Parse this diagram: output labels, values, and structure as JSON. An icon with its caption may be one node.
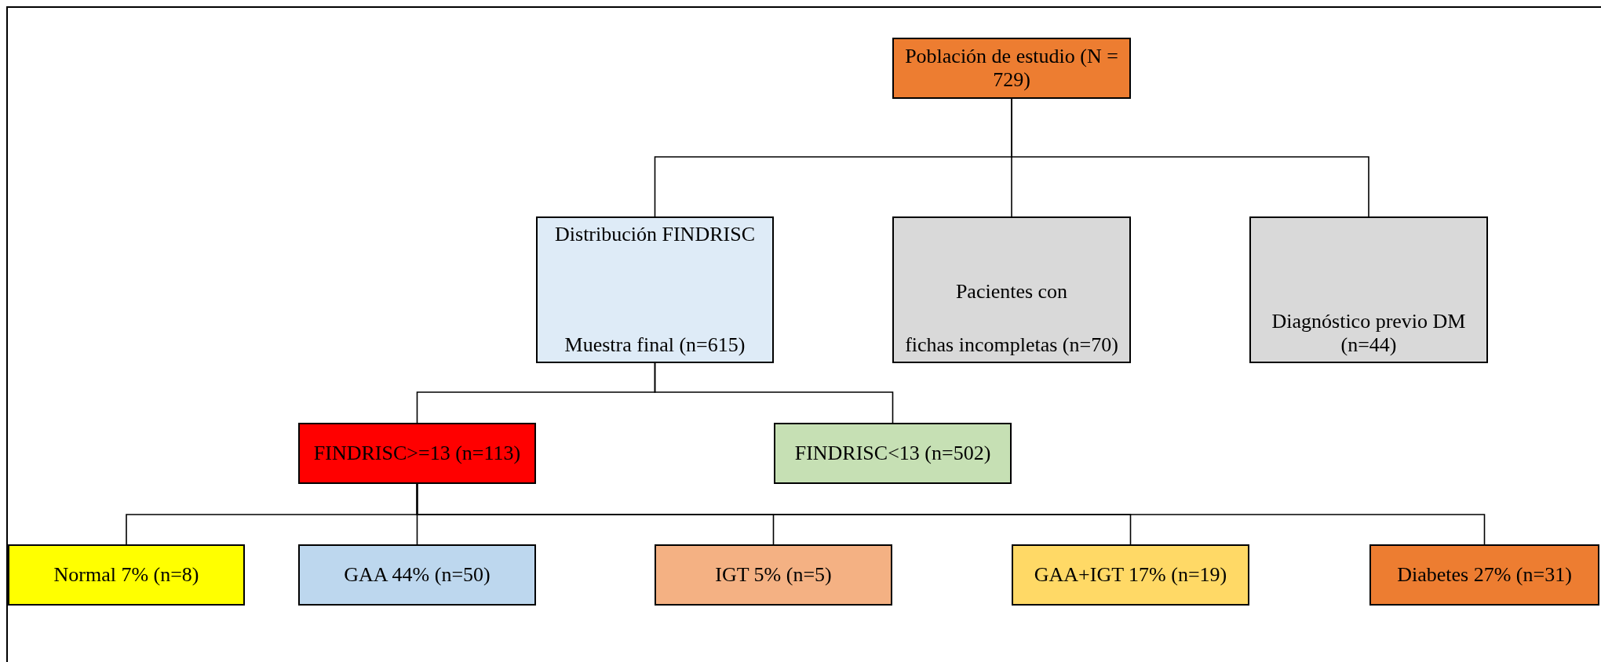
{
  "diagram": {
    "nodes": [
      {
        "text": [
          "Población de estudio (N = 729)"
        ]
      },
      {
        "text": [
          "Distribución FINDRISC",
          "Muestra final (n=615)"
        ]
      },
      {
        "text": [
          "Pacientes con",
          "fichas incompletas (n=70)"
        ]
      },
      {
        "text": [
          "Diagnóstico previo DM (n=44)"
        ]
      },
      {
        "text": [
          "FINDRISC>=13 (n=113)"
        ]
      },
      {
        "text": [
          "FINDRISC<13 (n=502)"
        ]
      },
      {
        "text": [
          "Normal 7% (n=8)"
        ]
      },
      {
        "text": [
          "GAA 44% (n=50)"
        ]
      },
      {
        "text": [
          "IGT 5% (n=5)"
        ]
      },
      {
        "text": [
          "GAA+IGT 17% (n=19)"
        ]
      },
      {
        "text": [
          "Diabetes 27% (n=31)"
        ]
      }
    ],
    "edges": [
      {
        "from": 0,
        "to": 1,
        "arrow": "none"
      },
      {
        "from": 0,
        "to": 2,
        "arrow": "none"
      },
      {
        "from": 0,
        "to": 3,
        "arrow": "none"
      },
      {
        "from": 1,
        "to": 4,
        "arrow": "none"
      },
      {
        "from": 1,
        "to": 5,
        "arrow": "none"
      },
      {
        "from": 4,
        "to": 6,
        "arrow": "none"
      },
      {
        "from": 4,
        "to": 7,
        "arrow": "none"
      },
      {
        "from": 4,
        "to": 8,
        "arrow": "none"
      },
      {
        "from": 4,
        "to": 9,
        "arrow": "none"
      },
      {
        "from": 4,
        "to": 10,
        "arrow": "none"
      }
    ]
  }
}
